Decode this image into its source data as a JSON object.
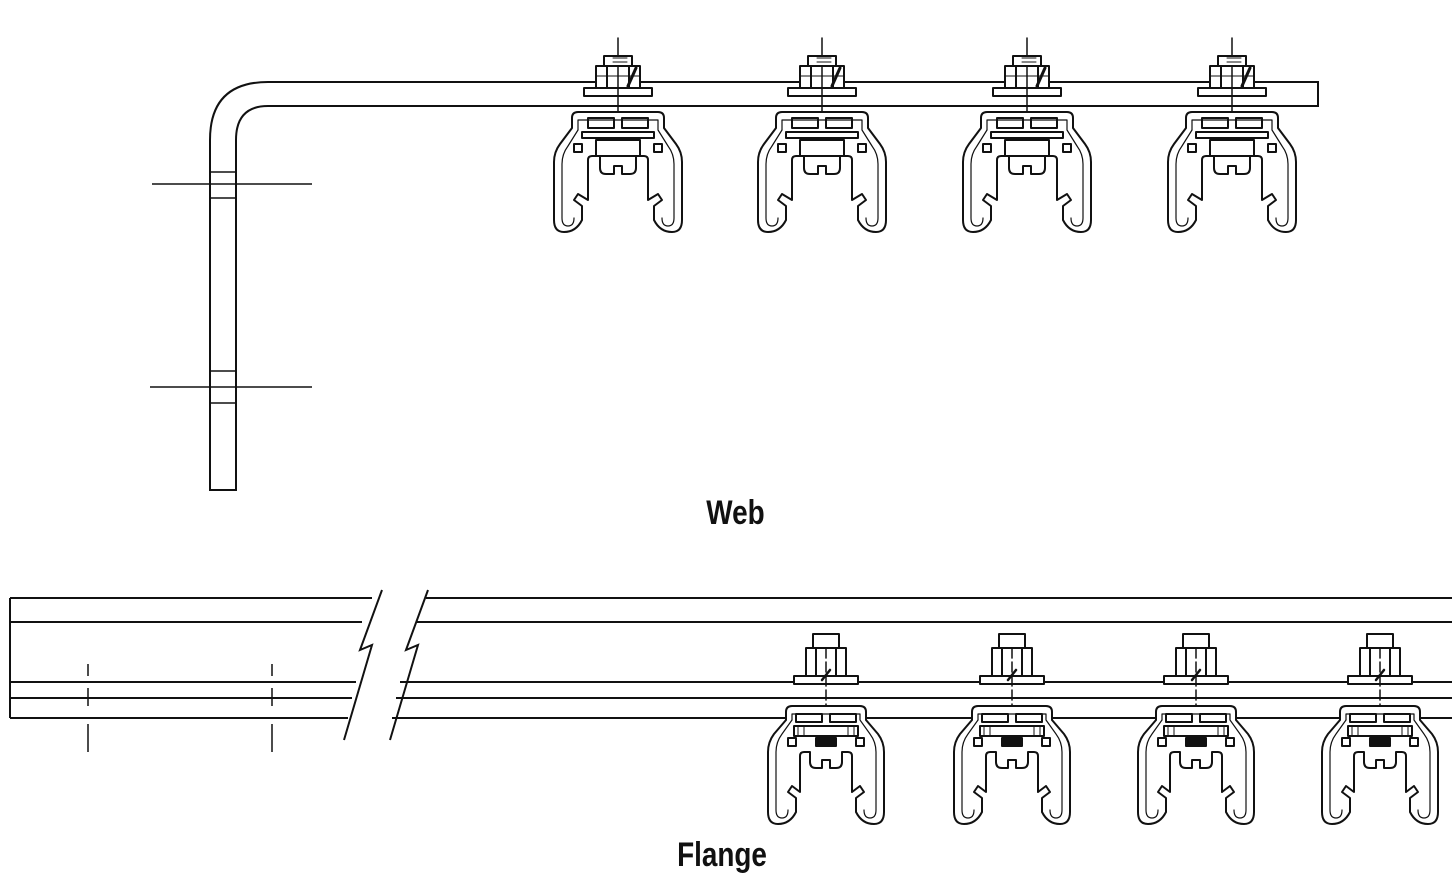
{
  "labels": {
    "web": "Web",
    "flange": "Flange"
  },
  "style": {
    "stroke": "#111111",
    "background": "#ffffff"
  },
  "diagram": {
    "web_clamp_count": 4,
    "flange_clamp_count": 4
  }
}
